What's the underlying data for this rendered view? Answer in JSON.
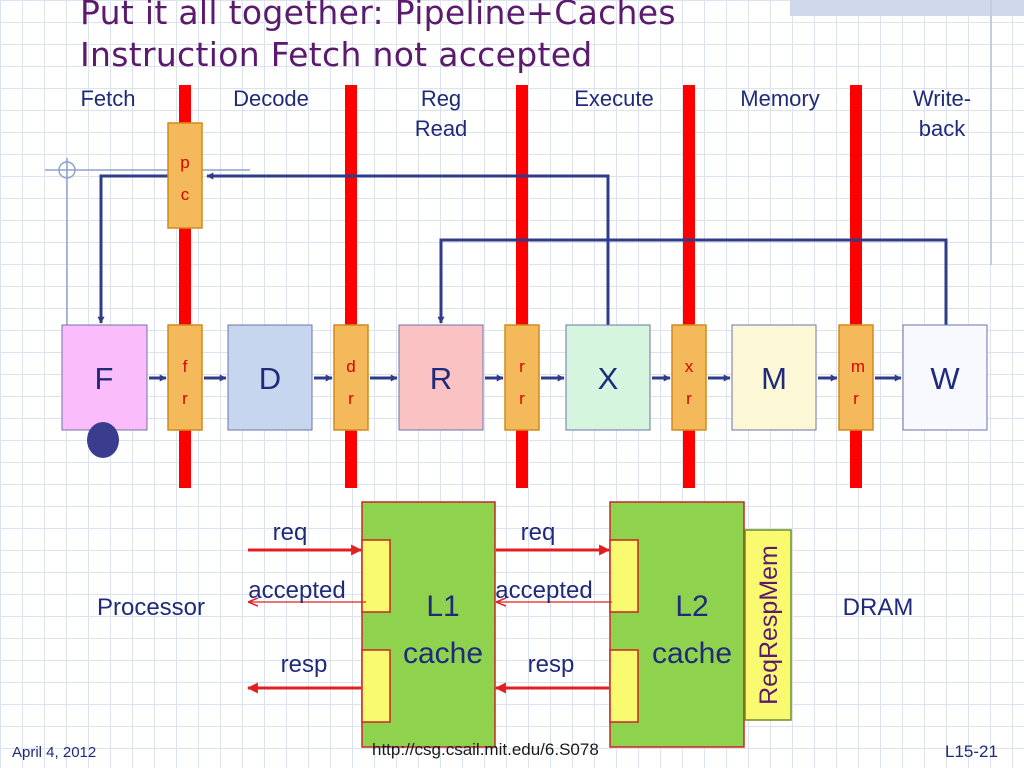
{
  "slide": {
    "title_line1": "Put it all together: Pipeline+Caches",
    "title_line2": "Instruction Fetch not accepted"
  },
  "stages": {
    "fetch": "Fetch",
    "decode": "Decode",
    "regread_1": "Reg",
    "regread_2": "Read",
    "execute": "Execute",
    "memory": "Memory",
    "writeback_1": "Write-",
    "writeback_2": "back"
  },
  "pipeline": {
    "pc_1": "p",
    "pc_2": "c",
    "F": "F",
    "D": "D",
    "R": "R",
    "X": "X",
    "M": "M",
    "W": "W",
    "fr_1": "f",
    "fr_2": "r",
    "dr_1": "d",
    "dr_2": "r",
    "rr_1": "r",
    "rr_2": "r",
    "xr_1": "x",
    "xr_2": "r",
    "mr_1": "m",
    "mr_2": "r"
  },
  "memory_system": {
    "processor": "Processor",
    "l1_1": "L1",
    "l1_2": "cache",
    "l2_1": "L2",
    "l2_2": "cache",
    "reqrespmem": "ReqRespMem",
    "dram": "DRAM",
    "req_left": "req",
    "accepted_left": "accepted",
    "resp_left": "resp",
    "req_right": "req",
    "accepted_right": "accepted",
    "resp_right": "resp"
  },
  "footer": {
    "date": "April 4, 2012",
    "url": "http://csg.csail.mit.edu/6.S078",
    "slide_number": "L15-21"
  },
  "colors": {
    "title": "#5b1a6e",
    "stage_label": "#1f2b7a",
    "pipeline_bar": "#ff0000",
    "register": "#f3b95a",
    "register_text": "#e00000",
    "arrow": "#2e3c8a",
    "F_box": "#fbbcfb",
    "D_box": "#c6d6ef",
    "R_box": "#fbc2c4",
    "X_box": "#d6f5de",
    "M_box": "#fcf8d6",
    "W_box": "#f7f9ff",
    "cache": "#8fd24e",
    "port": "#fafa70",
    "req_arrow": "#e02020"
  }
}
